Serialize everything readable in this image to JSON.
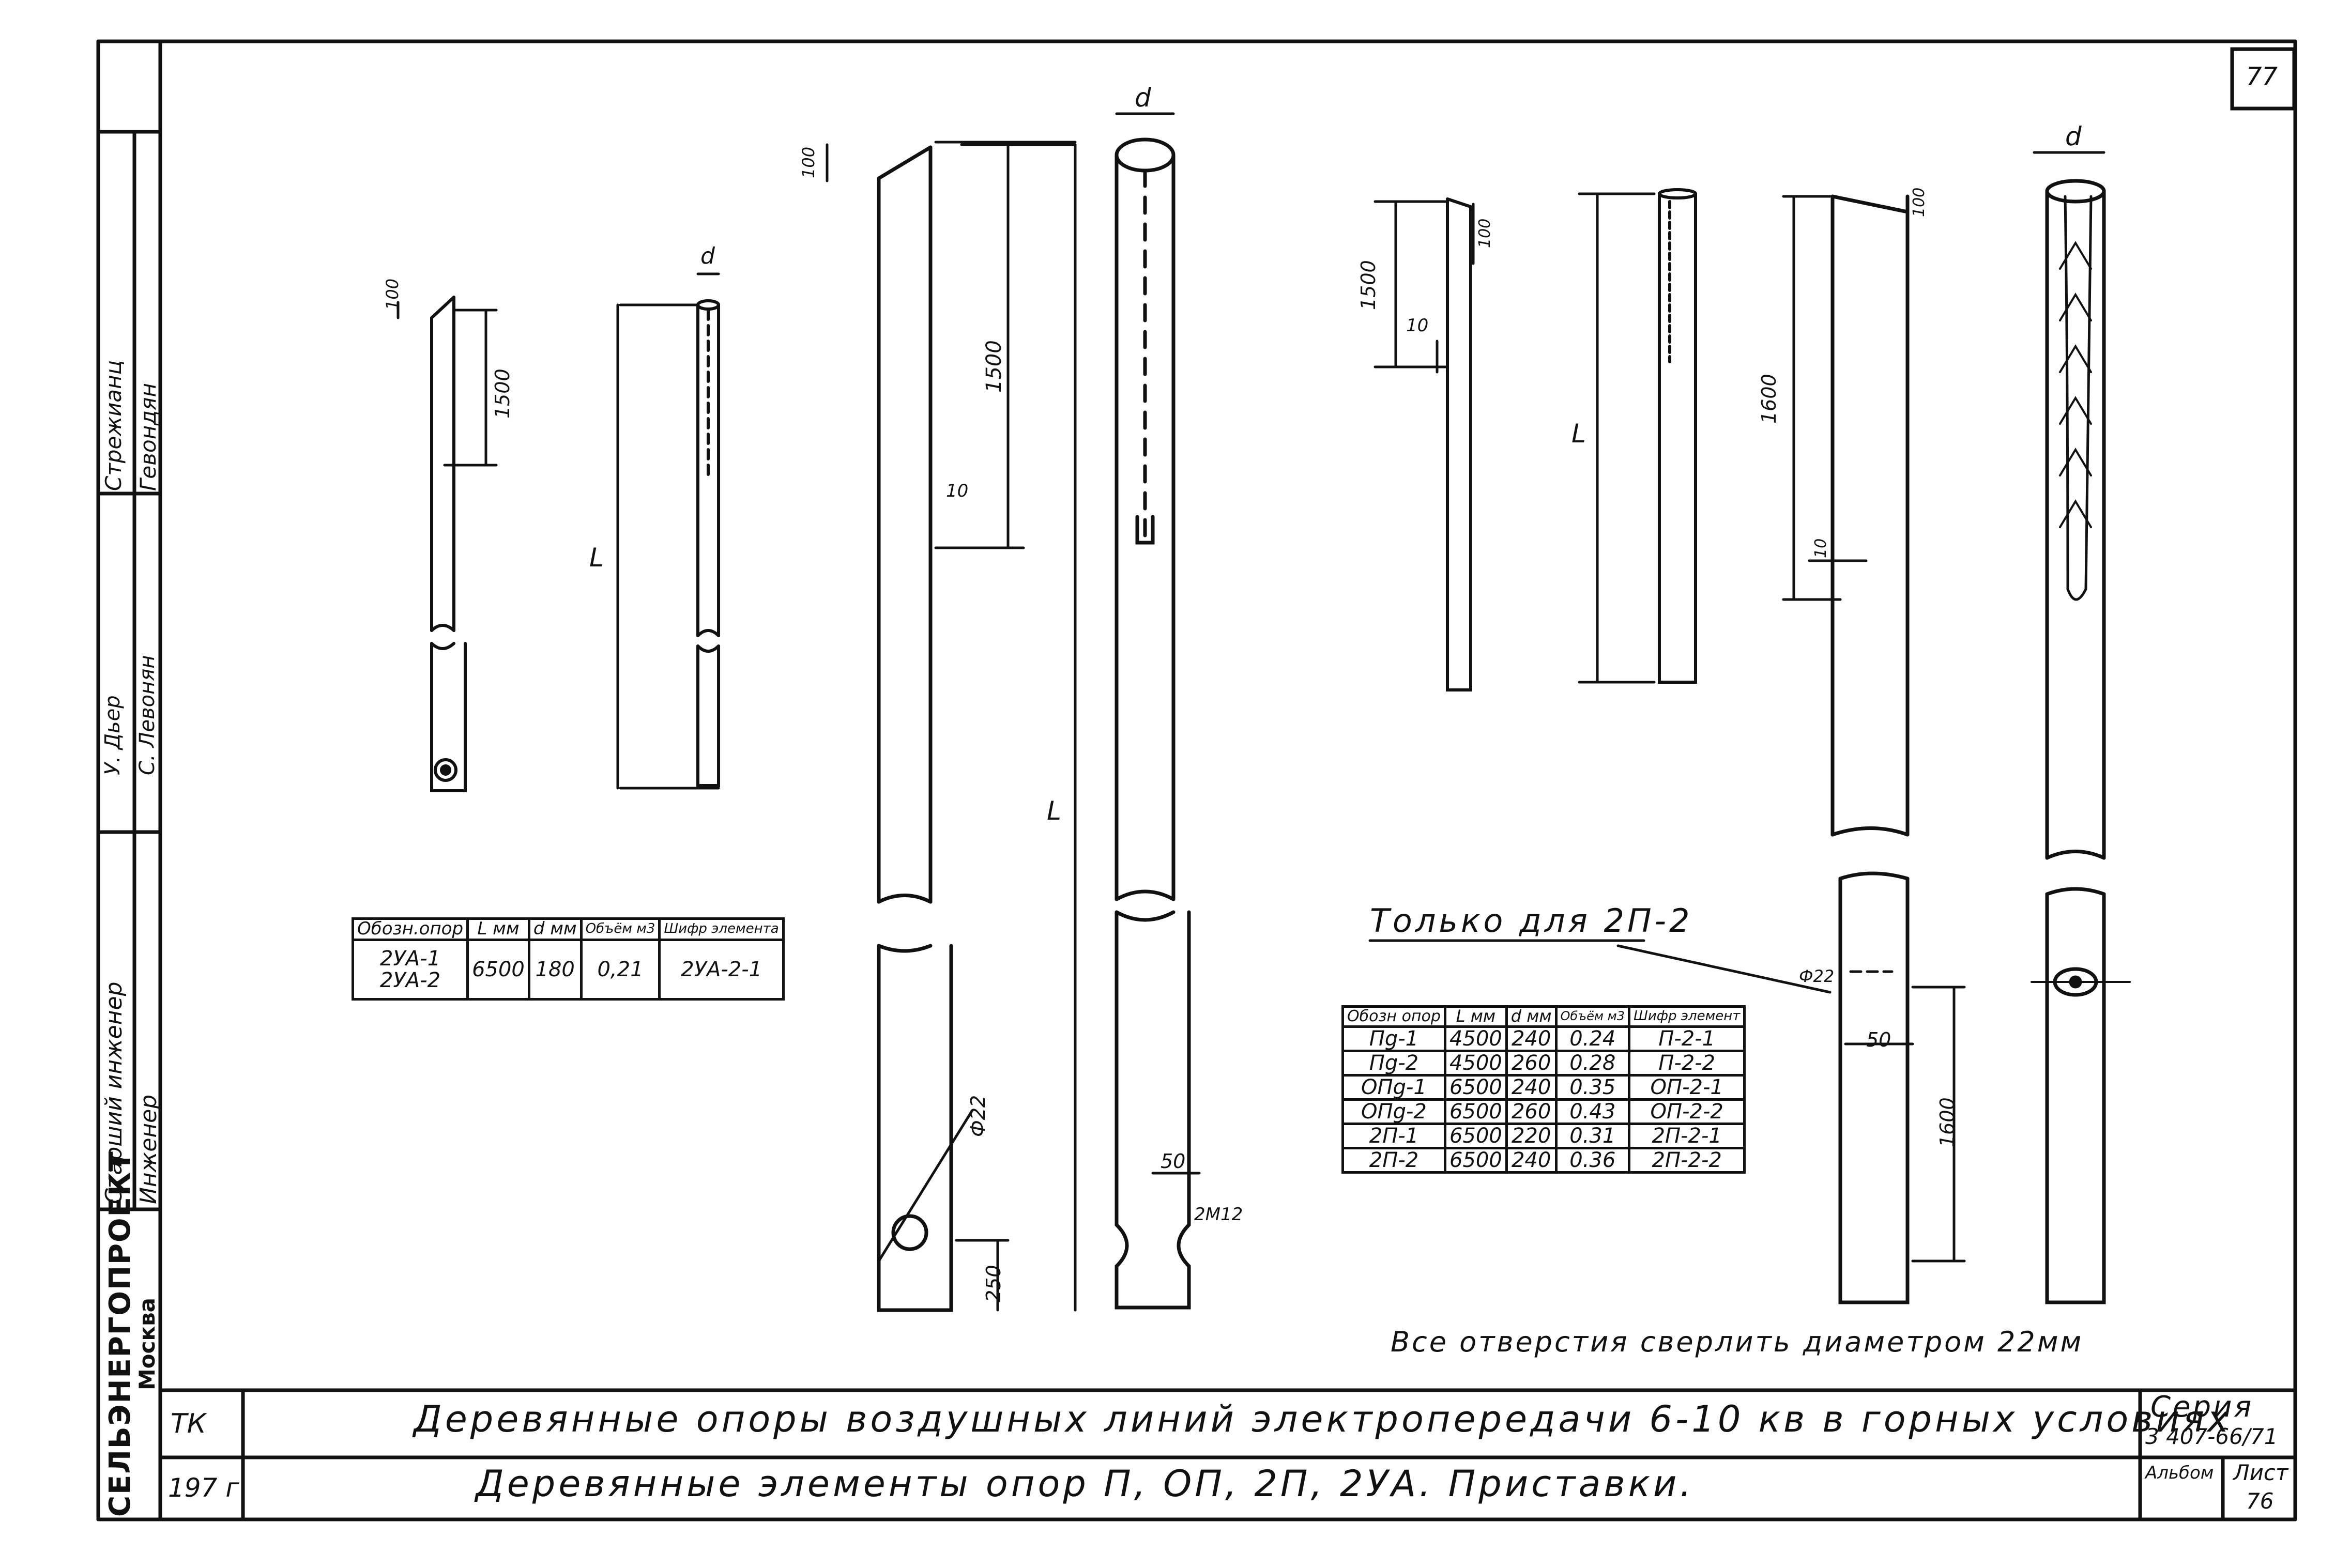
{
  "sheet_number_top": "77",
  "sidebar": {
    "org_name": "СЕЛЬЭНЕРГОПРОЕКТ",
    "org_city": "Москва",
    "roles": [
      "Старший инженер",
      "Инженер"
    ],
    "signers": [
      "Гевондян",
      "Стрежианц"
    ],
    "signatures": [
      "У. Дьер",
      "С. Левонян"
    ]
  },
  "left_table": {
    "headers": [
      "Обозн.опор",
      "L мм",
      "d мм",
      "Объём м3",
      "Шифр элемента"
    ],
    "rows": [
      [
        "2УА-1\n2УА-2",
        "6500",
        "180",
        "0,21",
        "2УА-2-1"
      ]
    ]
  },
  "right_table": {
    "headers": [
      "Обозн опор",
      "L мм",
      "d мм",
      "Объём м3",
      "Шифр элемент"
    ],
    "rows": [
      [
        "Пg-1",
        "4500",
        "240",
        "0.24",
        "П-2-1"
      ],
      [
        "Пg-2",
        "4500",
        "260",
        "0.28",
        "П-2-2"
      ],
      [
        "ОПg-1",
        "6500",
        "240",
        "0.35",
        "ОП-2-1"
      ],
      [
        "ОПg-2",
        "6500",
        "260",
        "0.43",
        "ОП-2-2"
      ],
      [
        "2П-1",
        "6500",
        "220",
        "0.31",
        "2П-2-1"
      ],
      [
        "2П-2",
        "6500",
        "240",
        "0.36",
        "2П-2-2"
      ]
    ]
  },
  "dims": {
    "d": "d",
    "l": "L",
    "d100": "100",
    "d1500": "1500",
    "d10": "10",
    "d1600": "1600",
    "d250": "250",
    "d50": "50",
    "phi22": "Ф22",
    "h2m12": "2М12",
    "phi22b": "Ф22"
  },
  "note_only": "Только для 2П-2",
  "note_holes": "Все отверстия сверлить диаметром 22мм",
  "title_block": {
    "code": "ТК",
    "year": "197 г",
    "title_main": "Деревянные опоры воздушных линий электропередачи 6-10 кв в горных условиях",
    "title_sub": "Деревянные элементы опор П, ОП, 2П, 2УА. Приставки.",
    "series_label": "Серия",
    "series_value": "3 407-66/71",
    "album_label": "Альбом",
    "sheet_label": "Лист",
    "sheet_value": "76"
  }
}
